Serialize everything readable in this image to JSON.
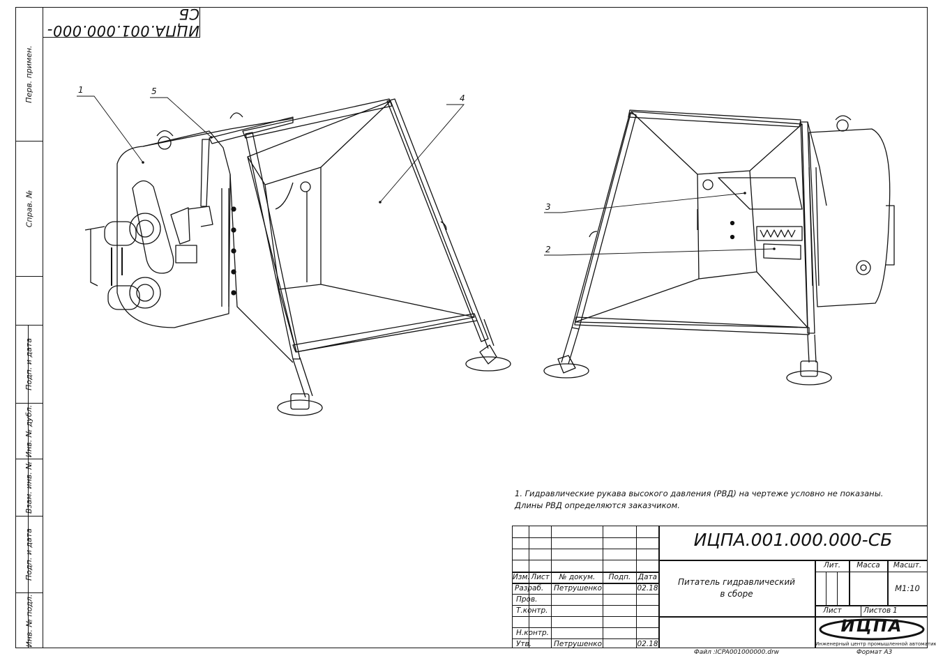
{
  "top_stamp": "ИЦПА.001.000.000-СБ",
  "side_labels": [
    "Перв. примен.",
    "Справ. №",
    "Подп. и дата",
    "Инв. № дубл.",
    "Взам. инв. №",
    "Подп. и дата",
    "Инв. № подл."
  ],
  "callouts": [
    "1",
    "5",
    "4",
    "3",
    "2"
  ],
  "note": "1. Гидравлические рукава высокого давления (РВД) на чертеже условно не показаны. Длины РВД определяются заказчиком.",
  "title_block": {
    "designation": "ИЦПА.001.000.000-СБ",
    "name_line1": "Питатель гидравлический",
    "name_line2": "в сборе",
    "headers": {
      "izm": "Изм.",
      "list": "Лист",
      "doc": "№ докум.",
      "sign": "Подп.",
      "date": "Дата"
    },
    "rows": {
      "razrab": "Разраб.",
      "razrab_name": "Петрушенко",
      "razrab_date": "02.18",
      "prov": "Пров.",
      "tkontr": "Т.контр.",
      "nkontr": "Н.контр.",
      "utv": "Утв.",
      "utv_name": "Петрушенко",
      "utv_date": "02.18"
    },
    "lit_label": "Лит.",
    "mass_label": "Масса",
    "scale_label": "Масшт.",
    "scale_value": "M1:10",
    "sheet_label": "Лист",
    "sheets_label": "Листов",
    "sheets_value": "1",
    "logo_text": "ИЦПА",
    "company": "Инженерный центр промышленной автоматики"
  },
  "footer": {
    "file": "Файл :ICPA001000000.drw",
    "format": "Формат А3"
  }
}
